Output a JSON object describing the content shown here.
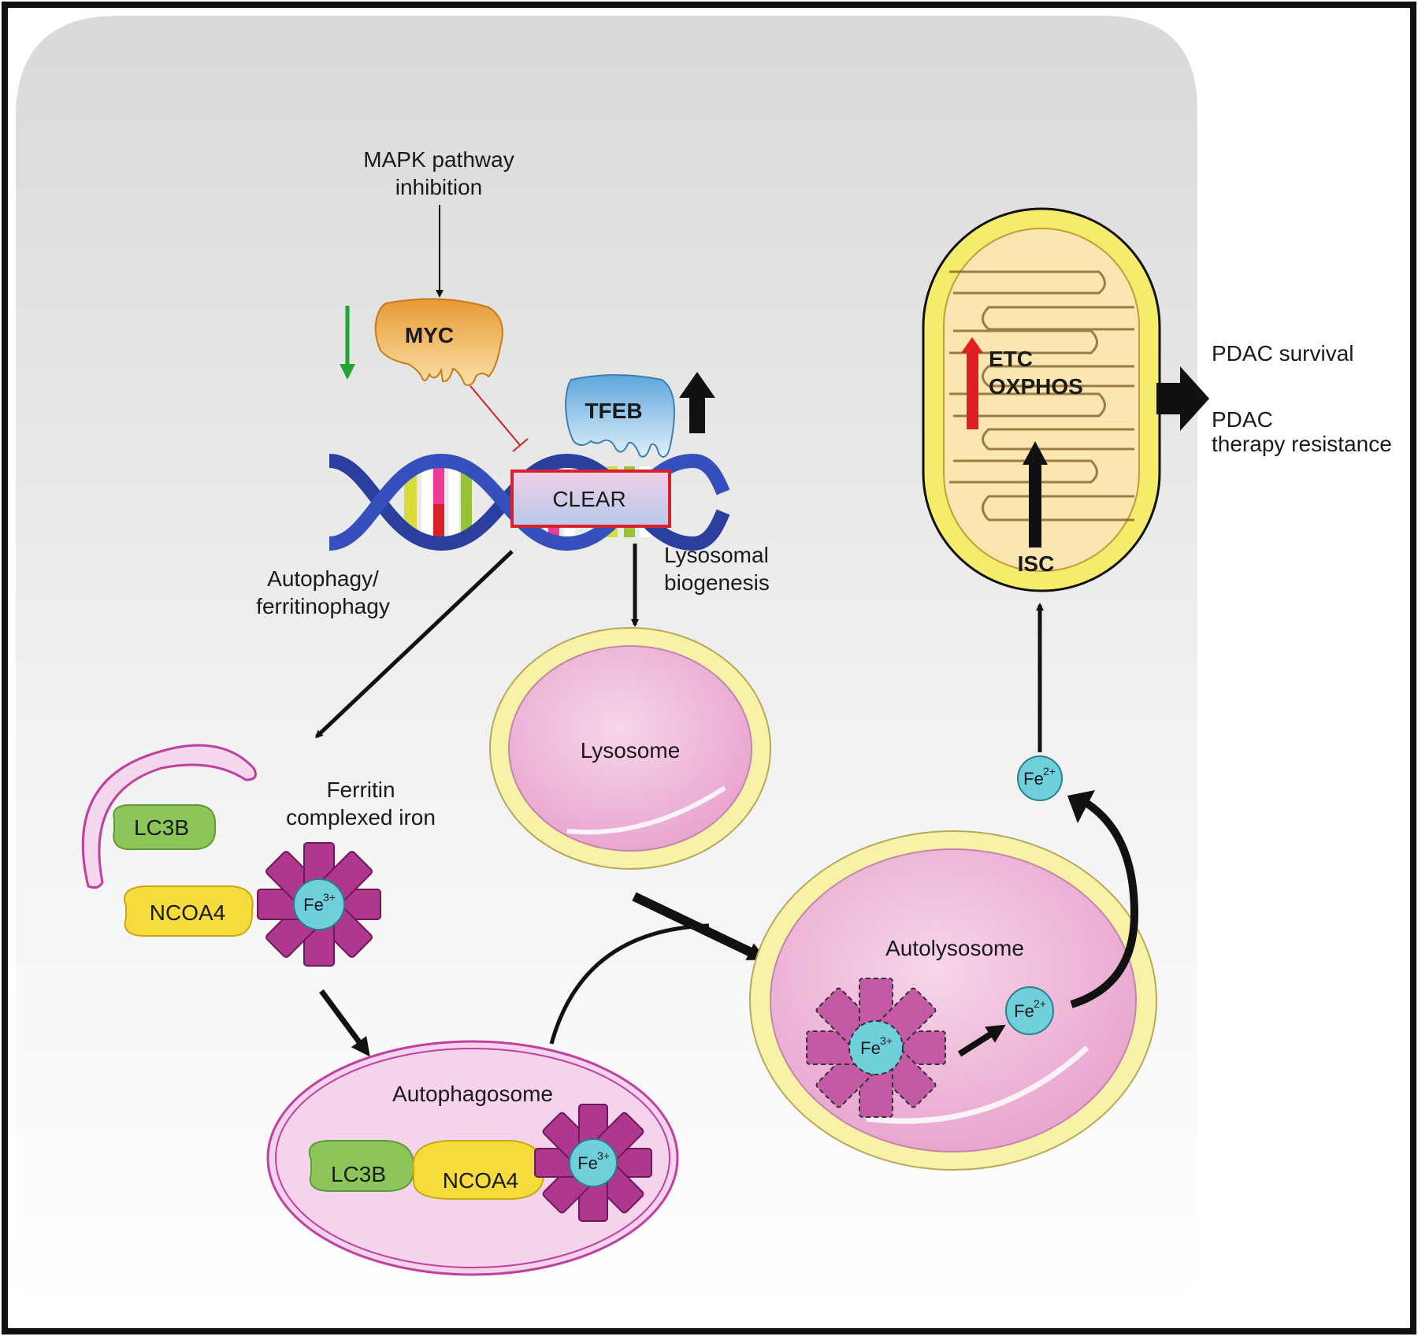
{
  "colors": {
    "cell_bg_top": "#dedede",
    "cell_bg_bottom": "#ffffff",
    "myc": "#f2b45a",
    "tfeb": "#8ec3e8",
    "dna_strand": "#2a3f9e",
    "lc3b": "#8cc65a",
    "ncoa4": "#f5dc3c",
    "ferritin": "#b0378f",
    "iron": "#6fd0dc",
    "lysosome_ring": "#f8f2a6",
    "lysosome_inner": "#efb6d8",
    "autophagosome": "#f6d3ec",
    "mito_outer": "#f4ec6a",
    "mito_inner": "#fbe5b0",
    "up_red": "#e02020",
    "down_green": "#21a336"
  },
  "icons": {
    "down_green": "green-down-arrow-icon",
    "tfeb_up": "black-up-arrow-icon",
    "etc_up": "red-up-arrow-icon",
    "output": "black-right-arrow-icon"
  },
  "labels": {
    "mapk_line1": "MAPK pathway",
    "mapk_line2": "inhibition",
    "myc": "MYC",
    "tfeb": "TFEB",
    "clear": "CLEAR",
    "autophagy_line1": "Autophagy/",
    "autophagy_line2": "ferritinophagy",
    "lyso_bio_line1": "Lysosomal",
    "lyso_bio_line2": "biogenesis",
    "lysosome": "Lysosome",
    "ferritin_line1": "Ferritin",
    "ferritin_line2": "complexed iron",
    "lc3b": "LC3B",
    "ncoa4": "NCOA4",
    "fe3": "Fe",
    "fe3_sup": "3+",
    "fe2": "Fe",
    "fe2_sup": "2+",
    "autophagosome": "Autophagosome",
    "autolysosome": "Autolysosome",
    "etc": "ETC",
    "oxphos": "OXPHOS",
    "isc": "ISC",
    "pdac_survival": "PDAC survival",
    "pdac_line1": "PDAC",
    "pdac_line2": "therapy resistance"
  }
}
